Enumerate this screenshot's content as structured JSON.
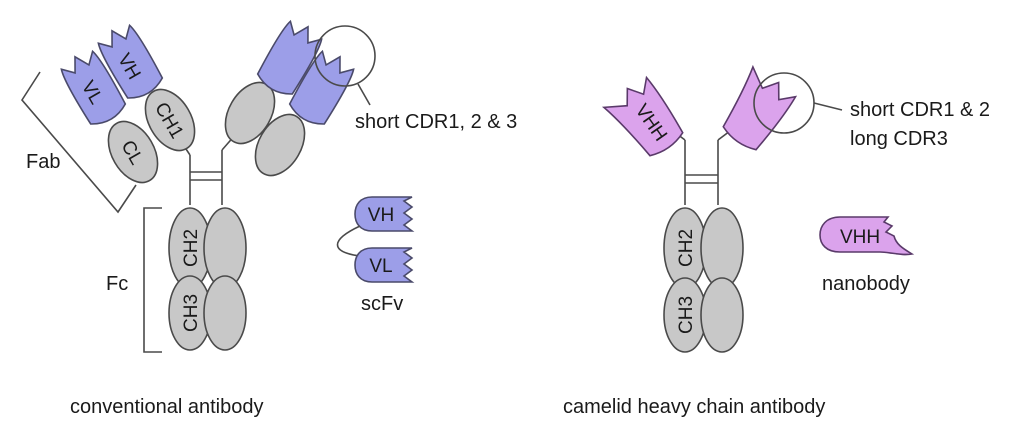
{
  "labels": {
    "fab": "Fab",
    "fc": "Fc",
    "short_cdr_conv": "short CDR1, 2 & 3",
    "short_cdr_camelid_1": "short CDR1 & 2",
    "short_cdr_camelid_2": "long CDR3",
    "scfv": "scFv",
    "nanobody": "nanobody",
    "conventional": "conventional antibody",
    "camelid": "camelid heavy chain antibody"
  },
  "domains": {
    "vh": "VH",
    "vl": "VL",
    "ch1": "CH1",
    "cl": "CL",
    "ch2": "CH2",
    "ch3": "CH3",
    "vhh": "VHH"
  },
  "colors": {
    "constant": "#c8c8c8",
    "variable": "#9c9ee8",
    "vhh": "#dba3ec",
    "outline": "#4a4a4a"
  }
}
